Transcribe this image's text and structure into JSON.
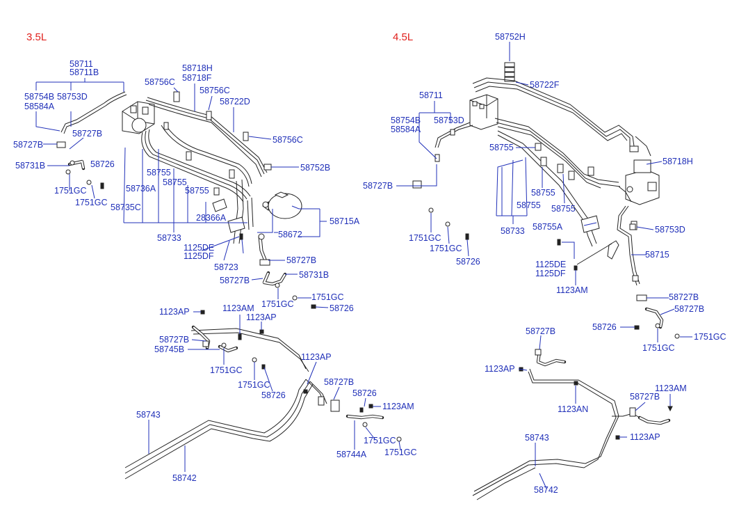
{
  "sections": {
    "left": "3.5L",
    "right": "4.5L"
  },
  "left_labels": {
    "p58711": "58711",
    "p58711B": "58711B",
    "p58754B": "58754B",
    "p58753D": "58753D",
    "p58584A": "58584A",
    "p58727B_a": "58727B",
    "p58727B_b": "58727B",
    "p58731B_a": "58731B",
    "p58726_a": "58726",
    "p1751GC_a": "1751GC",
    "p1751GC_b": "1751GC",
    "p58756C_a": "58756C",
    "p58718H": "58718H",
    "p58718F": "58718F",
    "p58756C_b": "58756C",
    "p58722D": "58722D",
    "p58756C_c": "58756C",
    "p58752B": "58752B",
    "p58755_a": "58755",
    "p58755_b": "58755",
    "p58755_c": "58755",
    "p58736A": "58736A",
    "p58735C": "58735C",
    "p28366A": "28366A",
    "p58733": "58733",
    "p1125DE": "1125DE",
    "p1125DF": "1125DF",
    "p58672": "58672",
    "p58715A": "58715A",
    "p58723": "58723",
    "p58727B_c": "58727B",
    "p58727B_d": "58727B",
    "p58731B_b": "58731B",
    "p1751GC_c": "1751GC",
    "p1751GC_d": "1751GC",
    "p58726_b": "58726",
    "p1123AP_a": "1123AP",
    "p1123AM_a": "1123AM",
    "p1123AP_b": "1123AP",
    "p58727B_e": "58727B",
    "p58745B": "58745B",
    "p1751GC_e": "1751GC",
    "p1751GC_f": "1751GC",
    "p58726_c": "58726",
    "p1123AP_c": "1123AP",
    "p58727B_f": "58727B",
    "p58726_d": "58726",
    "p1123AM_b": "1123AM",
    "p58743": "58743",
    "p1751GC_g": "1751GC",
    "p1751GC_h": "1751GC",
    "p58744A": "58744A",
    "p58742": "58742"
  },
  "right_labels": {
    "p58752H": "58752H",
    "p58722F": "58722F",
    "p58711": "58711",
    "p58754B": "58754B",
    "p58753D_a": "58753D",
    "p58584A": "58584A",
    "p58755_a": "58755",
    "p58718H": "58718H",
    "p58727B_a": "58727B",
    "p58755_b": "58755",
    "p58755_c": "58755",
    "p58755_d": "58755",
    "p58733": "58733",
    "p58755A": "58755A",
    "p58753D_b": "58753D",
    "p1751GC_a": "1751GC",
    "p1751GC_b": "1751GC",
    "p58726_a": "58726",
    "p1125DE": "1125DE",
    "p1125DF": "1125DF",
    "p58715": "58715",
    "p1123AM_a": "1123AM",
    "p58727B_b": "58727B",
    "p58727B_c": "58727B",
    "p58726_b": "58726",
    "p1751GC_c": "1751GC",
    "p1751GC_d": "1751GC",
    "p58727B_d": "58727B",
    "p1123AP_a": "1123AP",
    "p1123AN": "1123AN",
    "p1123AM_b": "1123AM",
    "p58727B_e": "58727B",
    "p1123AP_b": "1123AP",
    "p58743": "58743",
    "p58742": "58742"
  }
}
